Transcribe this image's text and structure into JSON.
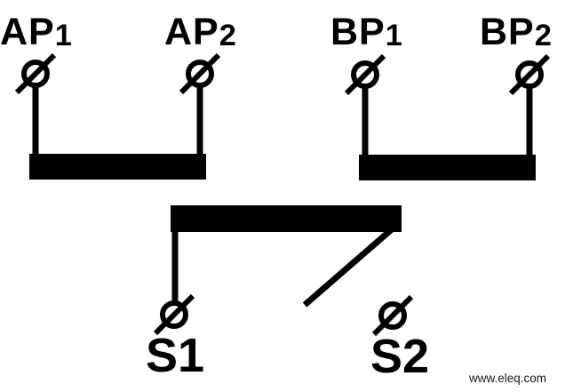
{
  "labels": {
    "primary": [
      {
        "main": "AP",
        "sub": "1"
      },
      {
        "main": "AP",
        "sub": "2"
      },
      {
        "main": "BP",
        "sub": "1"
      },
      {
        "main": "BP",
        "sub": "2"
      }
    ],
    "secondary": [
      "S1",
      "S2"
    ],
    "watermark": "www.eleq.com"
  },
  "colors": {
    "ink": "#000000",
    "background": "#ffffff",
    "watermark": "#1a1a1a"
  }
}
